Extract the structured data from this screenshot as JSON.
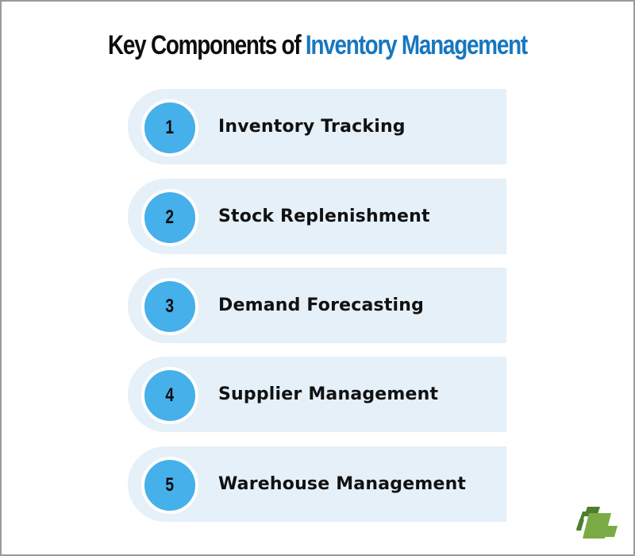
{
  "title": {
    "prefix": "Key Components of",
    "accent": "Inventory Management",
    "accent_color": "#1677bf"
  },
  "items": [
    {
      "number": "1",
      "label": "Inventory Tracking"
    },
    {
      "number": "2",
      "label": "Stock Replenishment"
    },
    {
      "number": "3",
      "label": "Demand Forecasting"
    },
    {
      "number": "4",
      "label": "Supplier Management"
    },
    {
      "number": "5",
      "label": "Warehouse Management"
    }
  ],
  "colors": {
    "row_background": "#e5f0f9",
    "badge_fill": "#45b0ea",
    "logo_light": "#7aab45",
    "logo_dark": "#4e7d2e"
  },
  "logo": {
    "icon": "green-parallelogram-logo-icon"
  }
}
